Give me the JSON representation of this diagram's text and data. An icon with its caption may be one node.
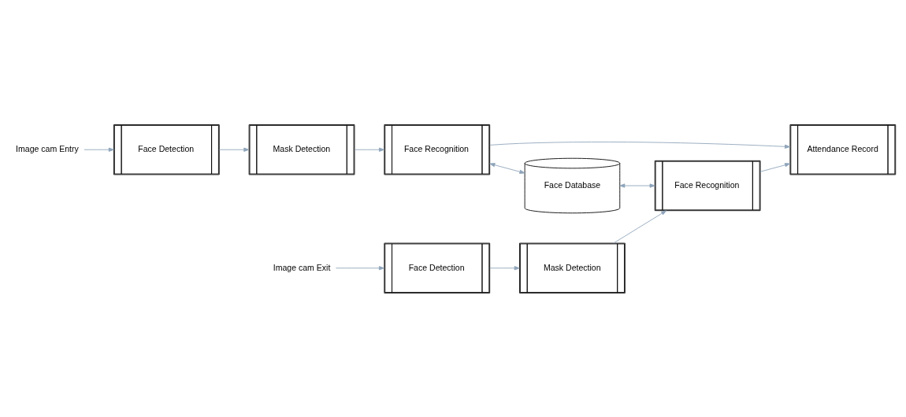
{
  "diagram": {
    "nodes": [
      {
        "text": [
          "Image cam Entry"
        ]
      },
      {
        "text": [
          "Face Detection"
        ]
      },
      {
        "text": [
          "Mask Detection"
        ]
      },
      {
        "text": [
          "Face Recognition"
        ]
      },
      {
        "text": [
          "Face Database"
        ]
      },
      {
        "text": [
          "Attendance Record"
        ]
      },
      {
        "text": [
          "Image cam Exit"
        ]
      },
      {
        "text": [
          "Face Detection"
        ]
      },
      {
        "text": [
          "Mask Detection"
        ]
      },
      {
        "text": [
          "Face Recognition"
        ]
      }
    ],
    "edges": [
      {
        "from": 0,
        "to": 1,
        "arrow": "to"
      },
      {
        "from": 1,
        "to": 2,
        "arrow": "to"
      },
      {
        "from": 2,
        "to": 3,
        "arrow": "to"
      },
      {
        "from": 3,
        "to": 5,
        "arrow": "to"
      },
      {
        "from": 3,
        "to": 4,
        "arrow": "both"
      },
      {
        "from": 4,
        "to": 9,
        "arrow": "both"
      },
      {
        "from": 6,
        "to": 7,
        "arrow": "to"
      },
      {
        "from": 7,
        "to": 8,
        "arrow": "to"
      },
      {
        "from": 8,
        "to": 9,
        "arrow": "to"
      },
      {
        "from": 9,
        "to": 5,
        "arrow": "to"
      }
    ]
  }
}
